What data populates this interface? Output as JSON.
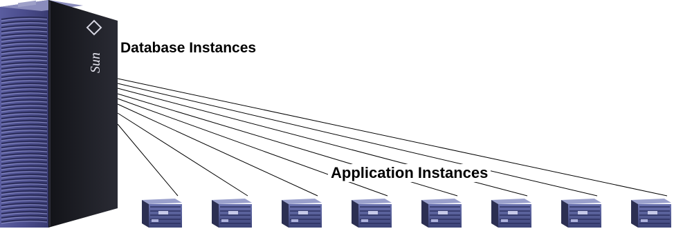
{
  "labels": {
    "database": "Database Instances",
    "application": "Application Instances"
  },
  "tower": {
    "brand": "Sun"
  },
  "colors": {
    "tower_front": "#4a4c8c",
    "tower_side": "#1c1d24",
    "rack_unit": "#4e5694",
    "line": "#000000"
  },
  "icons": {
    "database_server": "tower-server-icon",
    "application_server": "rack-server-icon"
  },
  "application_server_count": 8
}
